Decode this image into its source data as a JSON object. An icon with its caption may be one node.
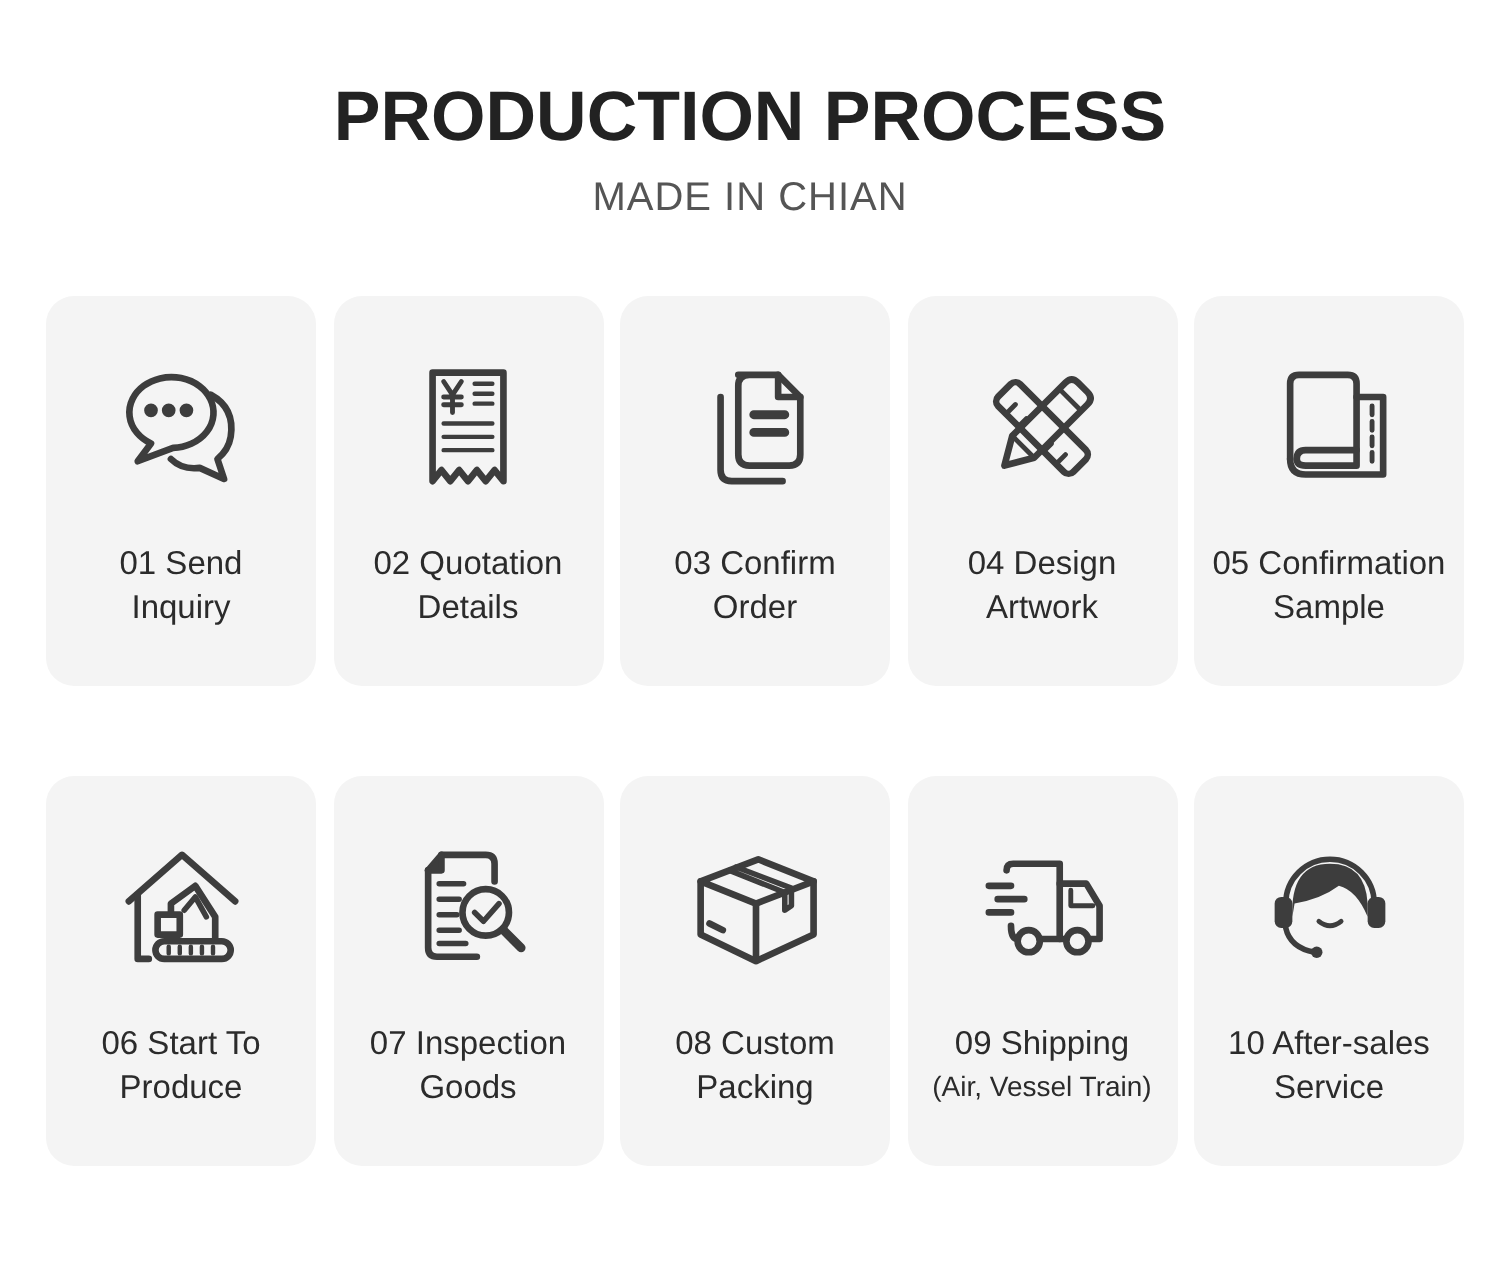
{
  "diagram": {
    "title": "PRODUCTION PROCESS",
    "nodes": [
      {
        "text": [
          "01 Send Inquiry"
        ]
      },
      {
        "text": [
          "02 Quotation Details"
        ]
      },
      {
        "text": [
          "03 Confirm Order"
        ]
      },
      {
        "text": [
          "04 Design Artwork"
        ]
      },
      {
        "text": [
          "05 Confirmation Sample"
        ]
      },
      {
        "text": [
          "06 Start To Produce"
        ]
      },
      {
        "text": [
          "07 Inspection Goods"
        ]
      },
      {
        "text": [
          "08 Custom Packing"
        ]
      },
      {
        "text": [
          "09 Shipping",
          "(Air, Vessel Train)"
        ]
      },
      {
        "text": [
          "10 After-sales Service"
        ]
      }
    ],
    "labels": [
      "MADE IN CHIAN"
    ]
  }
}
